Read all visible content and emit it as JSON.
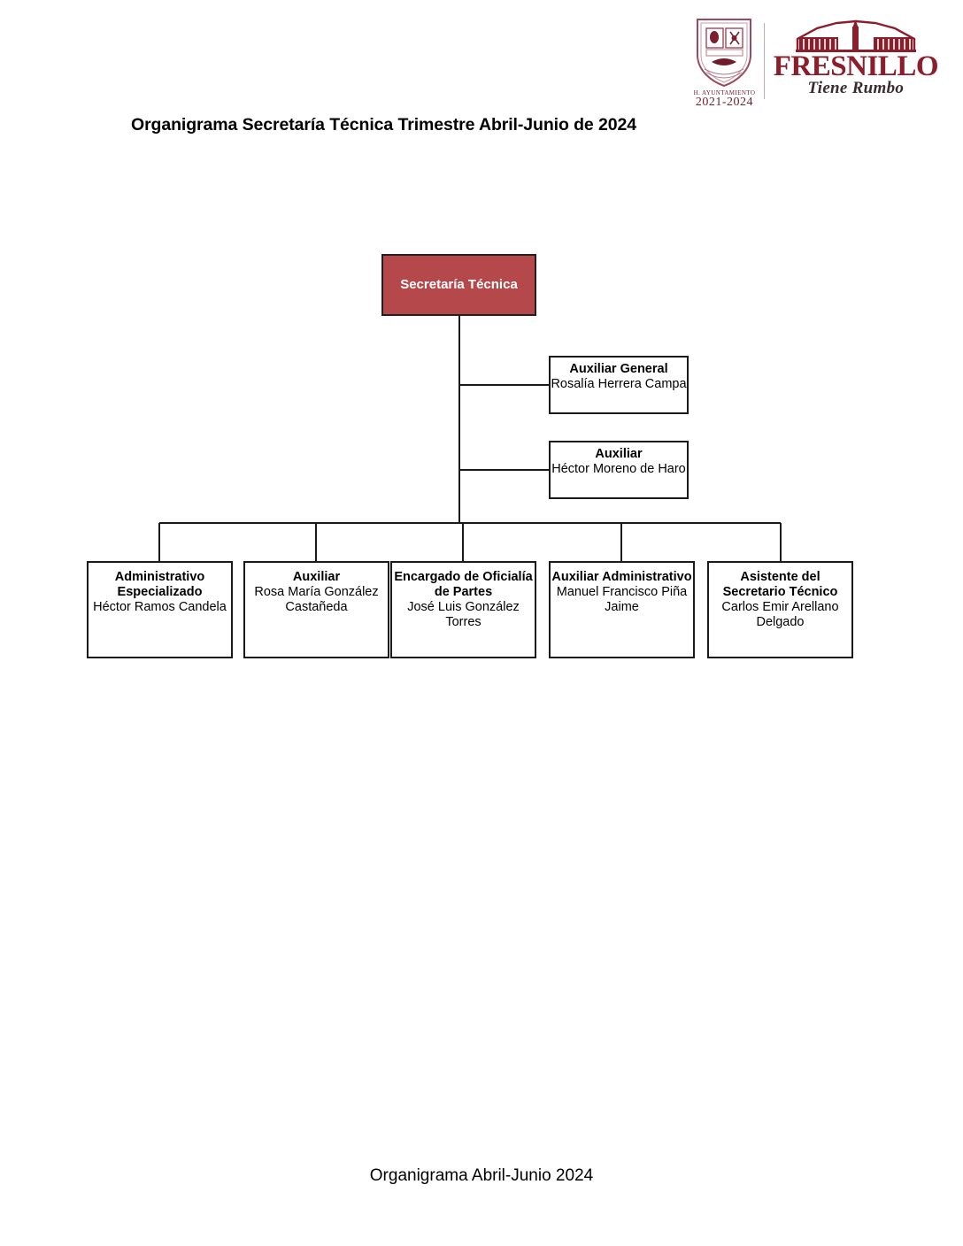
{
  "header": {
    "crest": {
      "icon": "coat-of-arms-shield-icon",
      "caption_top": "H. AYUNTAMIENTO",
      "caption_years": "2021-2024"
    },
    "brand": {
      "icon": "fresnillo-building-icon",
      "wordmark": "FRESNILLO",
      "tagline": "Tiene Rumbo"
    },
    "accent_color": "#8c1d2a"
  },
  "title": "Organigrama Secretaría Técnica Trimestre Abril-Junio de 2024",
  "footer": "Organigrama Abril-Junio 2024",
  "chart": {
    "root": {
      "role": "Secretaría Técnica",
      "person": "",
      "fill_color": "#b5484b",
      "text_color": "#ffffff"
    },
    "staff": [
      {
        "role": "Auxiliar General",
        "person": "Rosalía Herrera Campa"
      },
      {
        "role": "Auxiliar",
        "person": "Héctor Moreno de Haro"
      }
    ],
    "children": [
      {
        "role": "Administrativo Especializado",
        "person": "Héctor Ramos Candela"
      },
      {
        "role": "Auxiliar",
        "person": "Rosa María González Castañeda"
      },
      {
        "role": "Encargado de Oficialía de Partes",
        "person": "José Luis González Torres"
      },
      {
        "role": "Auxiliar Administrativo",
        "person": "Manuel Francisco Piña Jaime"
      },
      {
        "role": "Asistente del Secretario Técnico",
        "person": "Carlos Emir Arellano Delgado"
      }
    ]
  }
}
